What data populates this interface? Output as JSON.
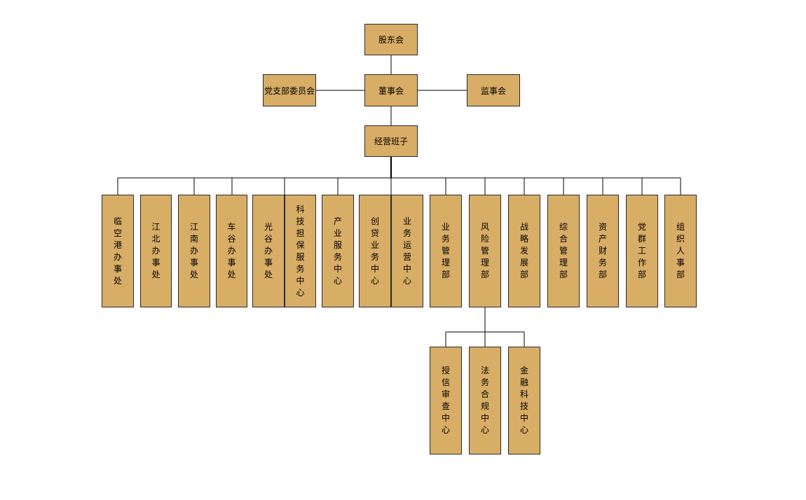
{
  "top": {
    "shareholders": "股东会",
    "board": "董事会",
    "party_committee": "党支部委员会",
    "supervisors": "监事会",
    "management": "经营班子"
  },
  "departments": [
    "临空港办事处",
    "江北办事处",
    "江南办事处",
    "车谷办事处",
    "光谷办事处",
    "科技担保服务中心",
    "产业服务中心",
    "创贷业务中心",
    "业务运营中心",
    "业务管理部",
    "风险管理部",
    "战略发展部",
    "综合管理部",
    "资产财务部",
    "党群工作部",
    "组织人事部"
  ],
  "risk_children": [
    "授信审查中心",
    "法务合规中心",
    "金融科技中心"
  ]
}
